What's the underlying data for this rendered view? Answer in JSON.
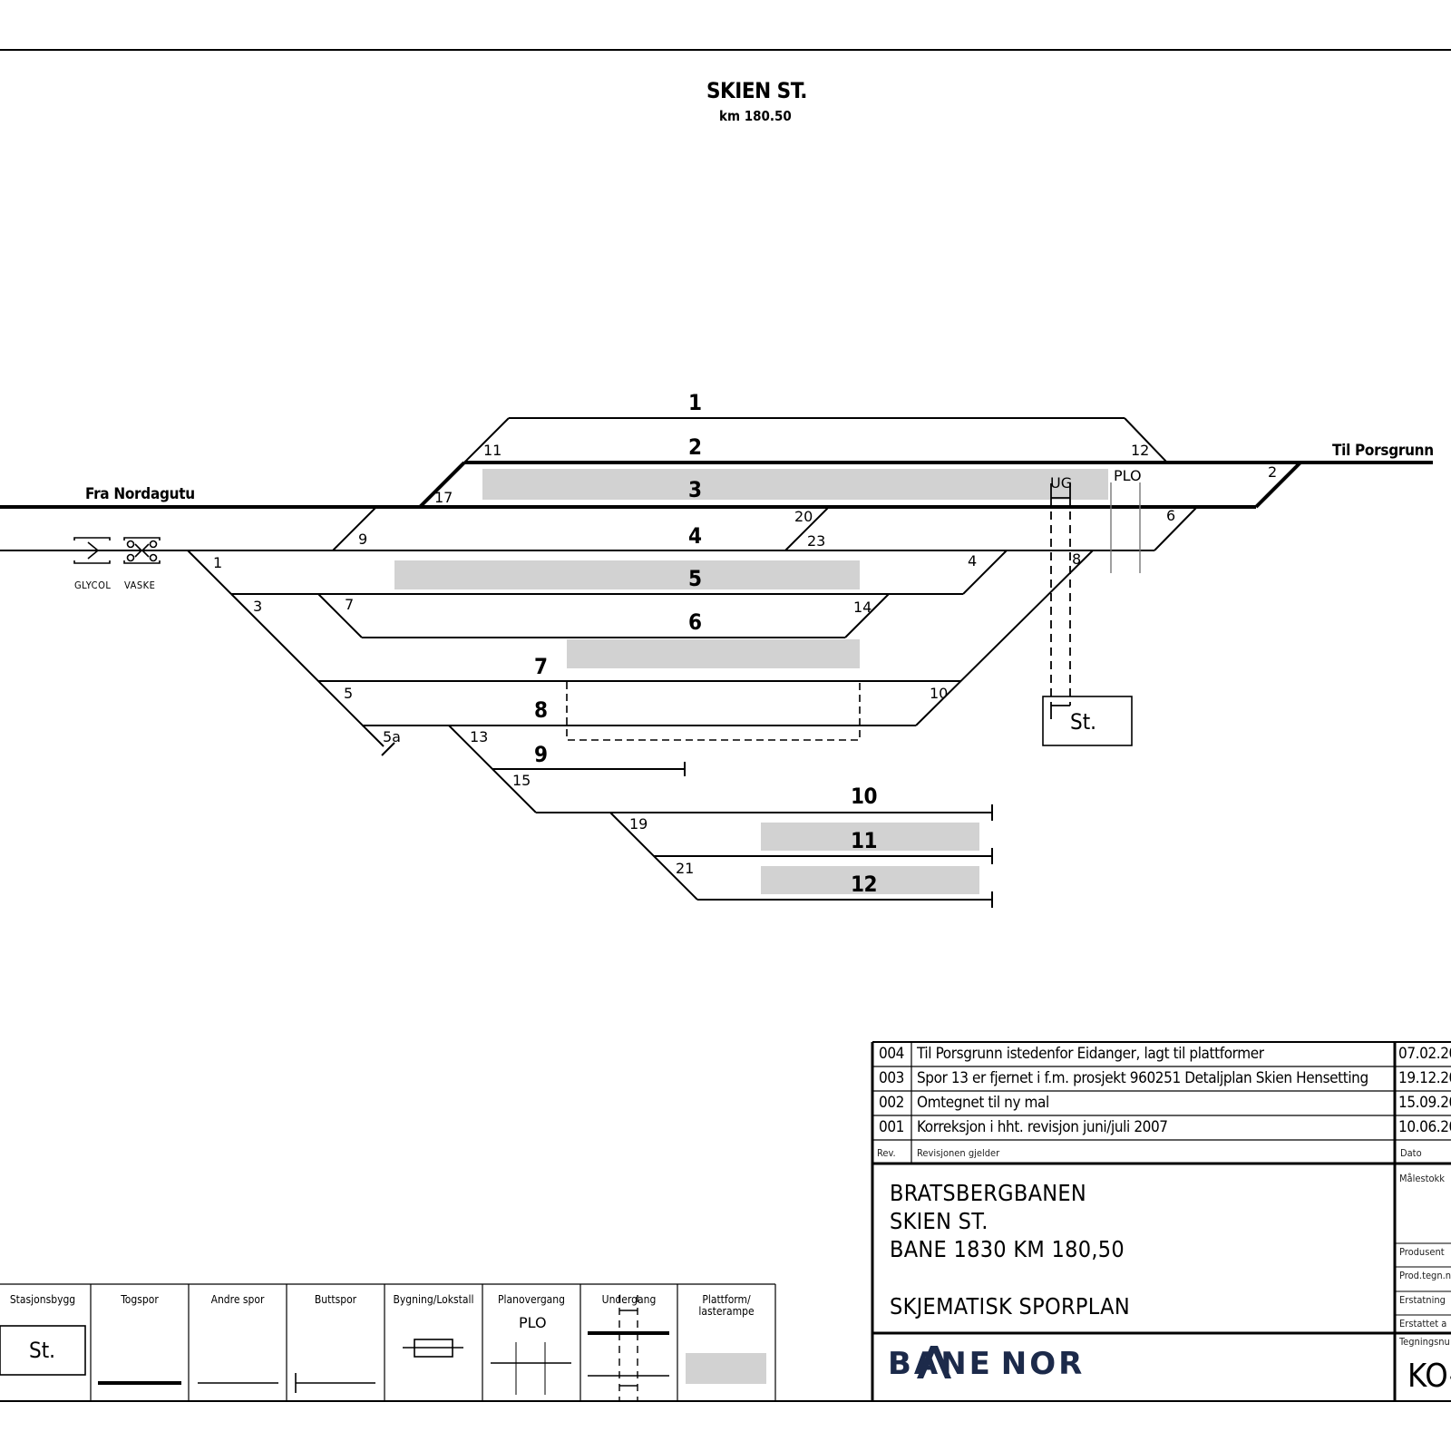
{
  "header": {
    "title": "SKIEN ST.",
    "subtitle": "km 180.50"
  },
  "track_numbers": [
    "1",
    "2",
    "3",
    "4",
    "5",
    "6",
    "7",
    "8",
    "9",
    "10",
    "11",
    "12"
  ],
  "switch_numbers": [
    "11",
    "12",
    "17",
    "2",
    "20",
    "23",
    "6",
    "9",
    "1",
    "4",
    "8",
    "3",
    "7",
    "14",
    "5",
    "10",
    "5a",
    "13",
    "15",
    "19",
    "21"
  ],
  "places": {
    "from": "Fra Nordagutu",
    "to": "Til Porsgrunn"
  },
  "equipment": {
    "glycol": "GLYCOL",
    "vaske": "VASKE"
  },
  "station_markers": {
    "ug": "UG",
    "plo": "PLO",
    "st": "St."
  },
  "revisions": [
    {
      "rev": "004",
      "text": "Til Porsgrunn istedenfor Eidanger, lagt til plattformer",
      "date": "07.02.20"
    },
    {
      "rev": "003",
      "text": "Spor 13 er fjernet i f.m. prosjekt 960251 Detaljplan Skien Hensetting",
      "date": "19.12.20"
    },
    {
      "rev": "002",
      "text": "Omtegnet til ny mal",
      "date": "15.09.20"
    },
    {
      "rev": "001",
      "text": "Korreksjon i hht. revisjon juni/juli 2007",
      "date": "10.06.20"
    }
  ],
  "revision_headers": {
    "rev": "Rev.",
    "text": "Revisjonen gjelder",
    "date": "Dato"
  },
  "title_block": {
    "line1": "BRATSBERGBANEN",
    "line2": "SKIEN ST.",
    "line3": "BANE 1830 KM 180,50",
    "line4": "SKJEMATISK SPORPLAN",
    "malestokk": "Målestokk",
    "produsent": "Produsent",
    "prodtegn": "Prod.tegn.n",
    "erstatning": "Erstatning",
    "erstattet": "Erstattet a",
    "tegningsnr_label": "Tegningsnu",
    "drawing_number": "KO-",
    "logo": "BANE NOR"
  },
  "legend": {
    "items": [
      "Stasjonsbygg",
      "Togspor",
      "Andre spor",
      "Buttspor",
      "Bygning/Lokstall",
      "Planovergang",
      "Undergang",
      "Plattform/\nlasterampe"
    ],
    "st_label": "St.",
    "plo_label": "PLO"
  },
  "colors": {
    "line": "#000000",
    "platform": "#d2d2d2",
    "logo": "#1c2a4a"
  }
}
